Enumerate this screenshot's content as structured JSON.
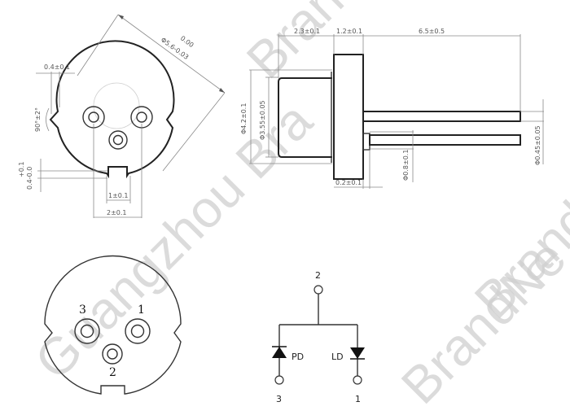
{
  "watermark": {
    "text_main": "Guangzhou BrandNew",
    "segments": [
      "BrandNe",
      "Guangzhou Bra",
      "angzhou",
      "BrandNe",
      "Brand",
      "nd"
    ],
    "color": "#d0d0d0"
  },
  "bottom_view": {
    "dimensions": {
      "diameter_label": "Φ5.6-0.03",
      "diameter_upper": "0.00",
      "notch_depth": "0.4±0.1",
      "notch_angle": "90°±2°",
      "key_depth_upper": "+0.1",
      "key_depth": "0.4-0.0",
      "key_width": "1±0.1",
      "pin_spacing": "2±0.1"
    }
  },
  "side_view": {
    "dimensions": {
      "cap_length": "2.3±0.1",
      "flange_thickness": "1.2±0.1",
      "lead_length": "6.5±0.5",
      "flange_diameter": "Φ4.2±0.1",
      "cap_diameter": "Φ3.55±0.05",
      "lead_diameter": "Φ0.45±0.05",
      "insulator_diameter": "Φ0.8±0.1",
      "insulator_height": "0.2±0.1"
    }
  },
  "pin_view": {
    "pins": [
      {
        "id": "3",
        "label": "3"
      },
      {
        "id": "1",
        "label": "1"
      },
      {
        "id": "2",
        "label": "2"
      }
    ]
  },
  "schematic": {
    "common_pin": "2",
    "pd_label": "PD",
    "ld_label": "LD",
    "pd_pin": "3",
    "ld_pin": "1"
  }
}
